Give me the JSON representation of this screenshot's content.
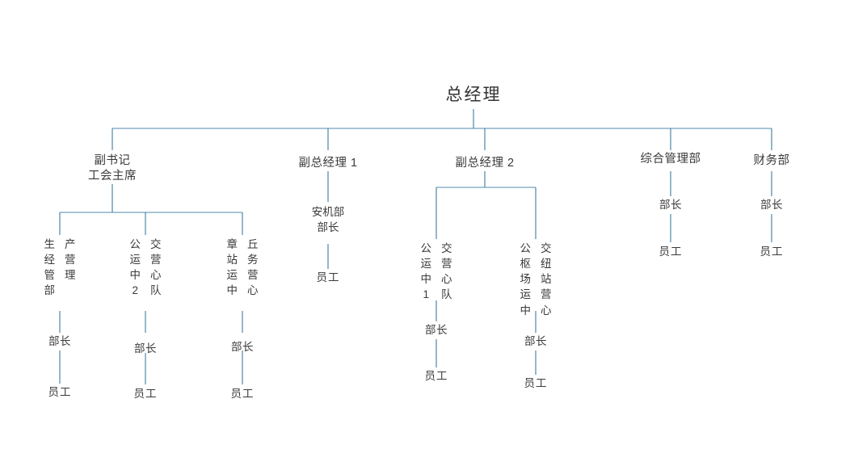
{
  "meta": {
    "title": "公交公司组织架构图",
    "line_color": "#2e6e96",
    "line_color_light": "#7ba7c4",
    "text_color": "#3a3a3a",
    "background": "#ffffff"
  },
  "chart_data": {
    "type": "diagram",
    "diagram_kind": "organization-chart",
    "root": "总经理",
    "nodes": {
      "root": {
        "label": "总经理"
      },
      "deputy_secretary": {
        "line1": "副书记",
        "line2": "工会主席"
      },
      "deputy_gm_1": {
        "label": "副总经理 1"
      },
      "deputy_gm_2": {
        "label": "副总经理 2"
      },
      "general_admin": {
        "label": "综合管理部"
      },
      "finance": {
        "label": "财务部"
      },
      "production_mgmt": {
        "full": "生产经营管理部",
        "col1": [
          "生",
          "经",
          "管",
          "部"
        ],
        "col2": [
          "产",
          "营",
          "理"
        ]
      },
      "bus_op_center_2": {
        "full": "公交运营中心2队",
        "col1": [
          "公",
          "运",
          "中",
          "2"
        ],
        "col2": [
          "交",
          "营",
          "心",
          "队"
        ]
      },
      "zhangqiu_station": {
        "full": "章丘站务运营中心",
        "col1": [
          "章",
          "站",
          "运",
          "中"
        ],
        "col2": [
          "丘",
          "务",
          "营",
          "心"
        ]
      },
      "safety_dept": {
        "line1": "安机部",
        "line2": "部长"
      },
      "bus_op_center_1": {
        "full": "公交运营中心1队",
        "col1": [
          "公",
          "运",
          "中",
          "1"
        ],
        "col2": [
          "交",
          "营",
          "心",
          "队"
        ]
      },
      "hub_station_center": {
        "full": "公交枢纽场站运营中心",
        "col1": [
          "公",
          "枢",
          "场",
          "运",
          "中"
        ],
        "col2": [
          "交",
          "纽",
          "站",
          "营",
          "心"
        ]
      }
    },
    "common_labels": {
      "director": "部长",
      "staff": "员工"
    },
    "leaf_nodes": [
      {
        "id": "prod-director",
        "label": "部长"
      },
      {
        "id": "prod-staff",
        "label": "员工"
      },
      {
        "id": "bus2-director",
        "label": "部长"
      },
      {
        "id": "bus2-staff",
        "label": "员工"
      },
      {
        "id": "zhangqiu-director",
        "label": "部长"
      },
      {
        "id": "zhangqiu-staff",
        "label": "员工"
      },
      {
        "id": "safety-staff",
        "label": "员工"
      },
      {
        "id": "bus1-director",
        "label": "部长"
      },
      {
        "id": "bus1-staff",
        "label": "员工"
      },
      {
        "id": "hub-director",
        "label": "部长"
      },
      {
        "id": "hub-staff",
        "label": "员工"
      },
      {
        "id": "admin-director",
        "label": "部长"
      },
      {
        "id": "admin-staff",
        "label": "员工"
      },
      {
        "id": "finance-director",
        "label": "部长"
      },
      {
        "id": "finance-staff",
        "label": "员工"
      }
    ],
    "hierarchy": [
      {
        "label": "总经理",
        "children": [
          {
            "label": "副书记 工会主席",
            "children": [
              {
                "label": "生产经营管理部",
                "children": [
                  {
                    "label": "部长",
                    "children": [
                      {
                        "label": "员工"
                      }
                    ]
                  }
                ]
              },
              {
                "label": "公交运营中心2队",
                "children": [
                  {
                    "label": "部长",
                    "children": [
                      {
                        "label": "员工"
                      }
                    ]
                  }
                ]
              },
              {
                "label": "章丘站务运营中心",
                "children": [
                  {
                    "label": "部长",
                    "children": [
                      {
                        "label": "员工"
                      }
                    ]
                  }
                ]
              }
            ]
          },
          {
            "label": "副总经理 1",
            "children": [
              {
                "label": "安机部 部长",
                "children": [
                  {
                    "label": "员工"
                  }
                ]
              }
            ]
          },
          {
            "label": "副总经理 2",
            "children": [
              {
                "label": "公交运营中心1队",
                "children": [
                  {
                    "label": "部长",
                    "children": [
                      {
                        "label": "员工"
                      }
                    ]
                  }
                ]
              },
              {
                "label": "公交枢纽场站运营中心",
                "children": [
                  {
                    "label": "部长",
                    "children": [
                      {
                        "label": "员工"
                      }
                    ]
                  }
                ]
              }
            ]
          },
          {
            "label": "综合管理部",
            "children": [
              {
                "label": "部长",
                "children": [
                  {
                    "label": "员工"
                  }
                ]
              }
            ]
          },
          {
            "label": "财务部",
            "children": [
              {
                "label": "部长",
                "children": [
                  {
                    "label": "员工"
                  }
                ]
              }
            ]
          }
        ]
      }
    ]
  }
}
